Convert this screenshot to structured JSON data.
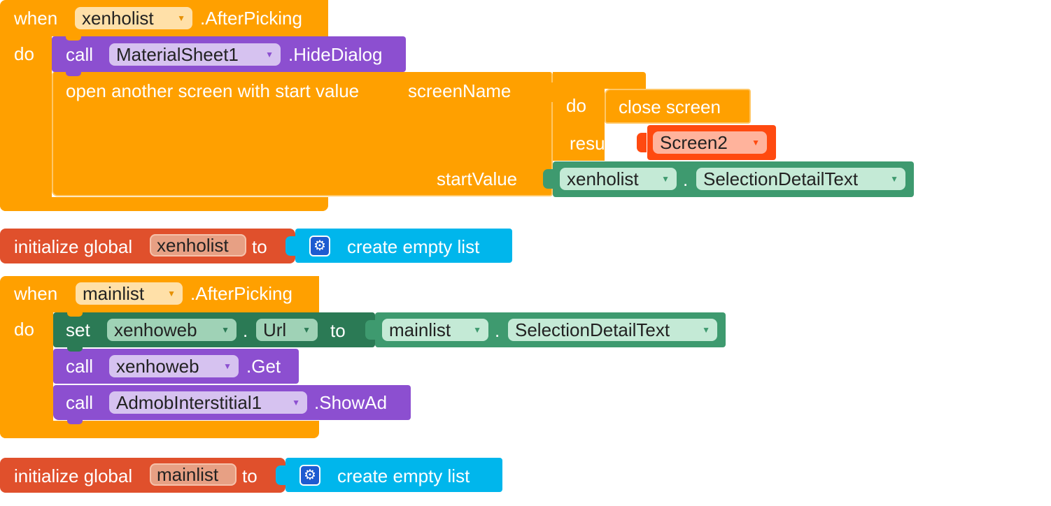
{
  "event1": {
    "when": "when",
    "component": "xenholist",
    "event": ".AfterPicking",
    "do": "do",
    "call1": {
      "call": "call",
      "component": "MaterialSheet1",
      "method": ".HideDialog"
    },
    "open_screen": {
      "label": "open another screen with start value",
      "screen_name_label": "screenName",
      "do_label": "do",
      "close_screen": "close screen",
      "result_label": "result",
      "screen_value": "Screen2",
      "start_value_label": "startValue",
      "start_component": "xenholist",
      "dot": ".",
      "start_property": "SelectionDetailText"
    }
  },
  "global1": {
    "label": "initialize global",
    "var_name": "xenholist",
    "to": "to",
    "value": "create empty list"
  },
  "event2": {
    "when": "when",
    "component": "mainlist",
    "event": ".AfterPicking",
    "do": "do",
    "set": {
      "set": "set",
      "component": "xenhoweb",
      "dot": ".",
      "property": "Url",
      "to": "to",
      "value_component": "mainlist",
      "value_dot": ".",
      "value_property": "SelectionDetailText"
    },
    "call2": {
      "call": "call",
      "component": "xenhoweb",
      "method": ".Get"
    },
    "call3": {
      "call": "call",
      "component": "AdmobInterstitial1",
      "method": ".ShowAd"
    }
  },
  "global2": {
    "label": "initialize global",
    "var_name": "mainlist",
    "to": "to",
    "value": "create empty list"
  },
  "icons": {
    "dropdown": "dropdown-arrow-icon",
    "mutator": "gear-icon"
  },
  "colors": {
    "event": "#ffa000",
    "procedure_call": "#8c4fd0",
    "setter": "#2b7a55",
    "getter": "#3e9a6f",
    "variable": "#e0502c",
    "list": "#00b6ec",
    "screen_text": "#ff4a10"
  }
}
